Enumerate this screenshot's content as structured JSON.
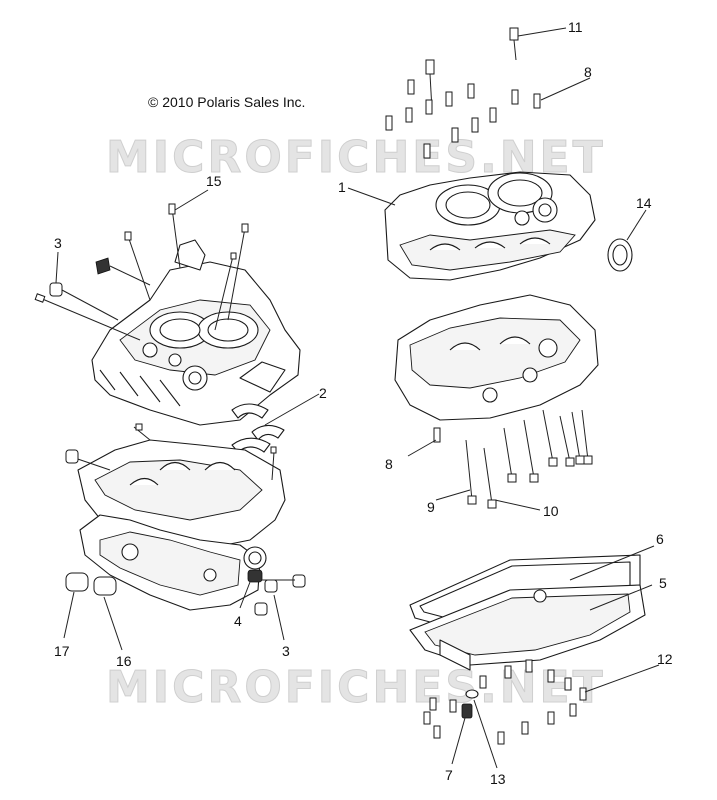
{
  "copyright": "© 2010 Polaris Sales Inc.",
  "watermark": "MICROFICHES.NET",
  "callouts": [
    "1",
    "2",
    "3",
    "3",
    "4",
    "5",
    "6",
    "7",
    "8",
    "8",
    "9",
    "10",
    "11",
    "12",
    "13",
    "14",
    "15",
    "16",
    "17"
  ]
}
